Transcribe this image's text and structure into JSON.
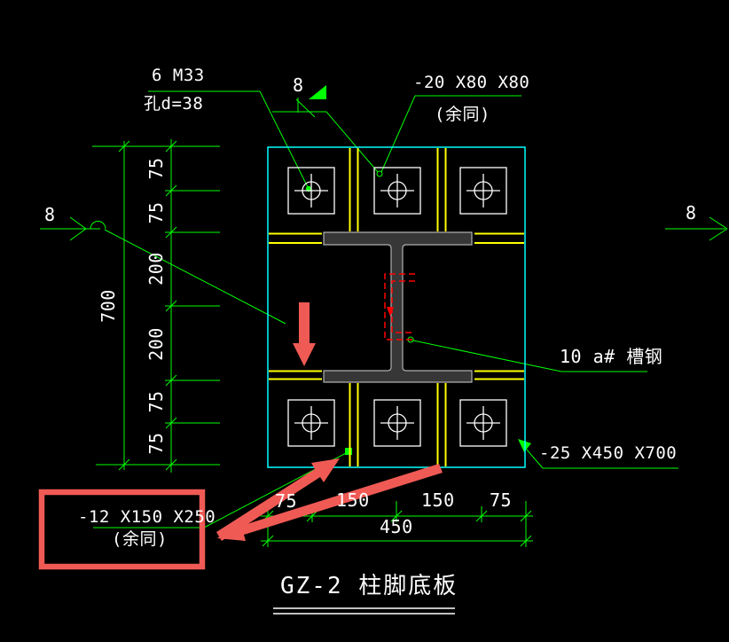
{
  "drawing": {
    "title": "GZ-2 柱脚底板",
    "annotations": {
      "bolt_count": "6 M33",
      "hole_diameter": "孔d=38",
      "weld_size_top": "8",
      "weld_size_left": "8",
      "weld_size_right": "8",
      "corner_plate": "-20 X80 X80",
      "corner_plate_note": "(余同)",
      "channel_steel": "10 a# 槽钢",
      "base_plate": "-25 X450 X700",
      "stiffener_plate": "-12 X150 X250",
      "stiffener_plate_note": "(余同)"
    },
    "dimensions": {
      "left_segments": [
        "75",
        "75",
        "200",
        "200",
        "75",
        "75"
      ],
      "left_total": "700",
      "bottom_segments": [
        "75",
        "150",
        "150",
        "75"
      ],
      "bottom_total": "450"
    },
    "colors": {
      "background": "#000000",
      "leader_green": "#00ff00",
      "plate_cyan": "#00ffff",
      "stiffener_yellow": "#ffff00",
      "text_white": "#ffffff",
      "section_gray": "#373737",
      "channel_red": "#ff0000",
      "markup_red": "#f05a55"
    }
  }
}
